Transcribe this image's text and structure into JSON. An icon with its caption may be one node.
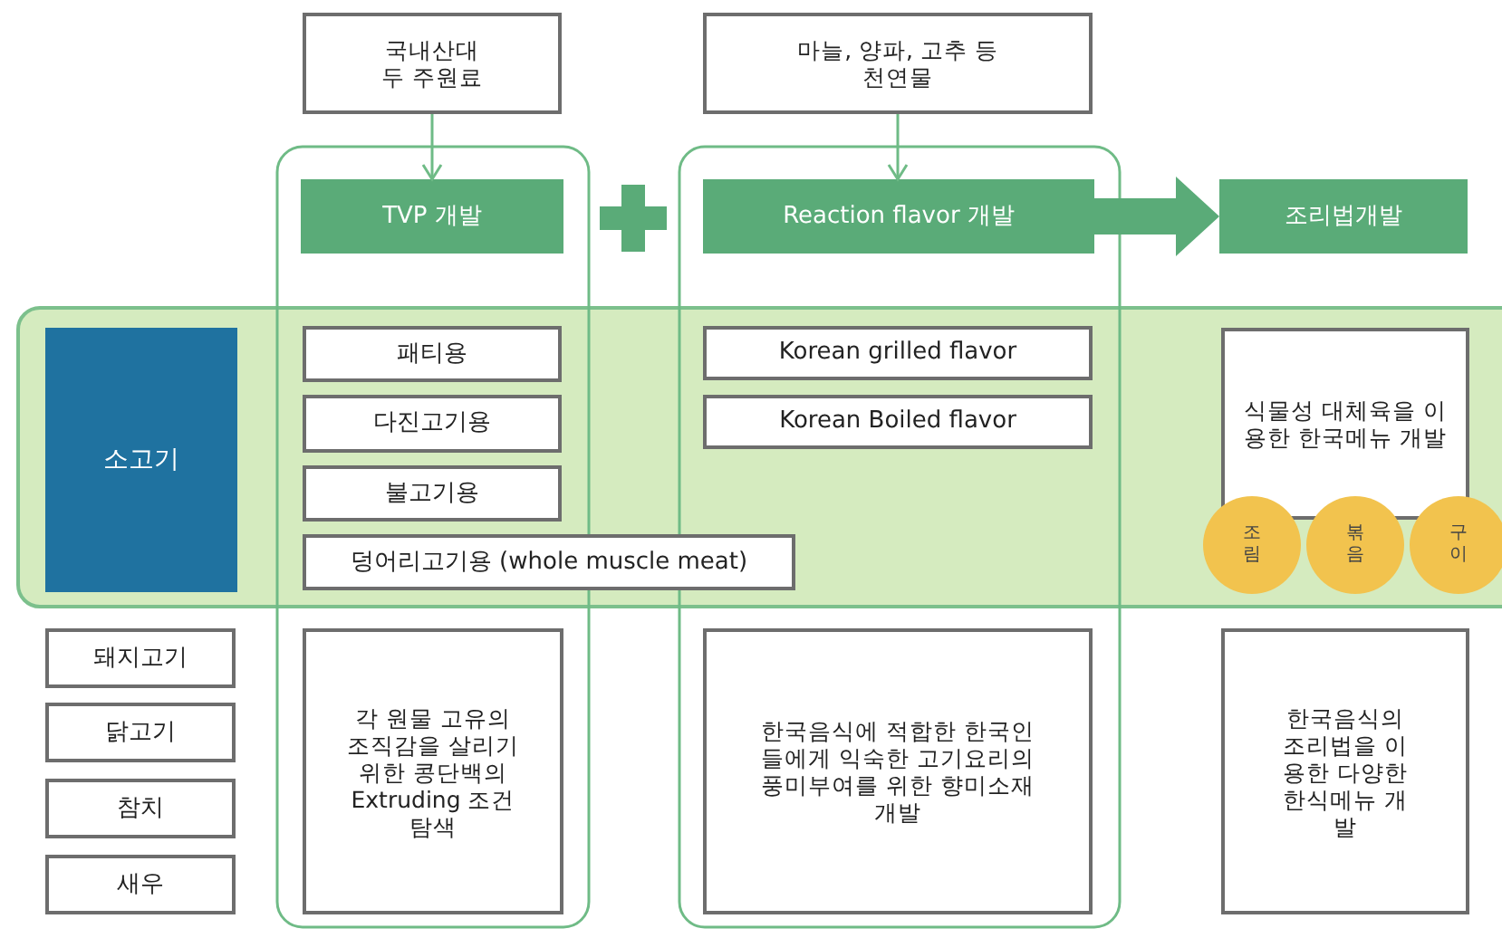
{
  "diagram": {
    "nodes": [
      {
        "text": [
          "국내산대두 주원료"
        ]
      },
      {
        "text": [
          "마늘, 양파, 고추 등 천연물"
        ]
      },
      {
        "text": [
          "TVP 개발"
        ]
      },
      {
        "text": [
          "Reaction flavor 개발"
        ]
      },
      {
        "text": [
          "조리법개발"
        ]
      },
      {
        "text": [
          "소고기"
        ]
      },
      {
        "text": [
          "패티용"
        ]
      },
      {
        "text": [
          "다진고기용"
        ]
      },
      {
        "text": [
          "불고기용"
        ]
      },
      {
        "text": [
          "덩어리고기용 (whole muscle meat)"
        ]
      },
      {
        "text": [
          "Korean grilled flavor"
        ]
      },
      {
        "text": [
          "Korean Boiled flavor"
        ]
      },
      {
        "text": [
          "식물성 대체육을 이용한 한국메뉴 개발"
        ]
      },
      {
        "text": [
          "조림"
        ]
      },
      {
        "text": [
          "볶음"
        ]
      },
      {
        "text": [
          "구이"
        ]
      },
      {
        "text": [
          "돼지고기"
        ]
      },
      {
        "text": [
          "닭고기"
        ]
      },
      {
        "text": [
          "참치"
        ]
      },
      {
        "text": [
          "새우"
        ]
      },
      {
        "text": [
          "각 원물 고유의 조직감을 살리기 위한 콩단백의 Extruding 조건 탐색"
        ]
      },
      {
        "text": [
          "한국음식에 적합한 한국인들에게 익숙한 고기요리의 풍미부여를 위한 향미소재 개발"
        ]
      },
      {
        "text": [
          "한국음식의 조리법을 이용한 다양한 한식메뉴 개발"
        ]
      }
    ],
    "edges": [
      {
        "from": 0,
        "to": 2,
        "arrow": "to"
      },
      {
        "from": 1,
        "to": 3,
        "arrow": "to"
      },
      {
        "from": 3,
        "to": 4,
        "arrow": "to",
        "style": "thick"
      }
    ]
  }
}
